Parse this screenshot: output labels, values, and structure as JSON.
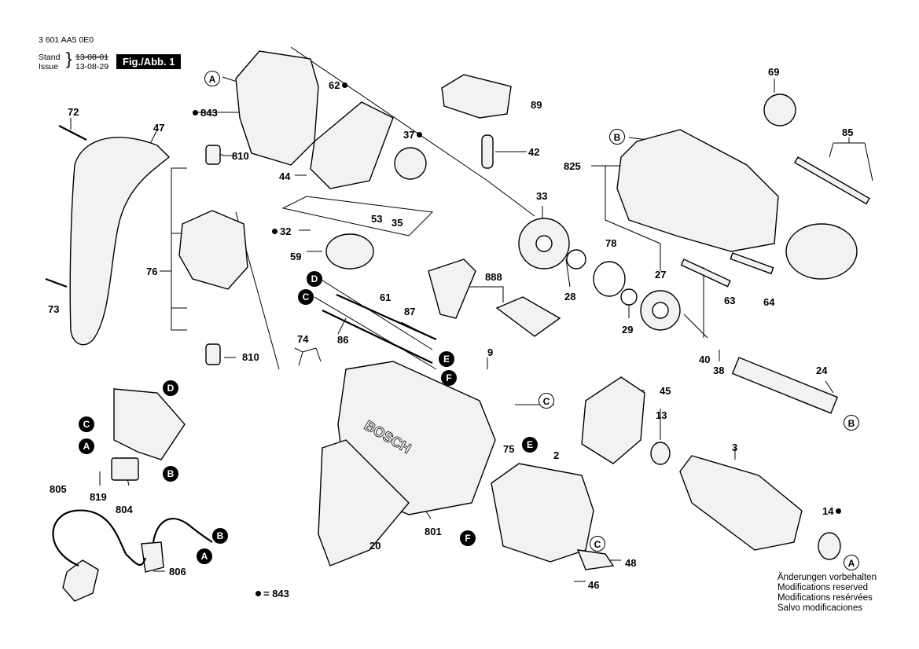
{
  "header": {
    "doc_number": "3 601 AA5 0E0",
    "stand_label": "Stand",
    "issue_label": "Issue",
    "stand_date": "13-08-01",
    "issue_date": "13-08-29",
    "figure_label": "Fig./Abb. 1"
  },
  "parts": [
    "A",
    "62",
    "843",
    "72",
    "47",
    "810",
    "44",
    "89",
    "37",
    "42",
    "B",
    "69",
    "825",
    "85",
    "53",
    "35",
    "33",
    "32",
    "59",
    "61",
    "76",
    "888",
    "78",
    "27",
    "28",
    "29",
    "63",
    "64",
    "D",
    "C",
    "87",
    "86",
    "40",
    "38",
    "24",
    "74",
    "E",
    "9",
    "810",
    "F",
    "45",
    "C",
    "13",
    "3",
    "D",
    "C",
    "A",
    "B",
    "75",
    "E",
    "2",
    "819",
    "804",
    "805",
    "801",
    "20",
    "F",
    "C",
    "14",
    "B",
    "A",
    "48",
    "806",
    "46",
    "A"
  ],
  "callouts_filled": [
    "D",
    "C",
    "A",
    "B",
    "E",
    "F",
    "E",
    "F",
    "B",
    "A"
  ],
  "callouts_outlined": [
    "A",
    "B",
    "C",
    "B",
    "C",
    "A"
  ],
  "legend": {
    "text": "= 843"
  },
  "notes": [
    "Änderungen vorbehalten",
    "Modifications reserved",
    "Modifications resérvées",
    "Salvo modificaciones"
  ],
  "brand": "BOSCH"
}
